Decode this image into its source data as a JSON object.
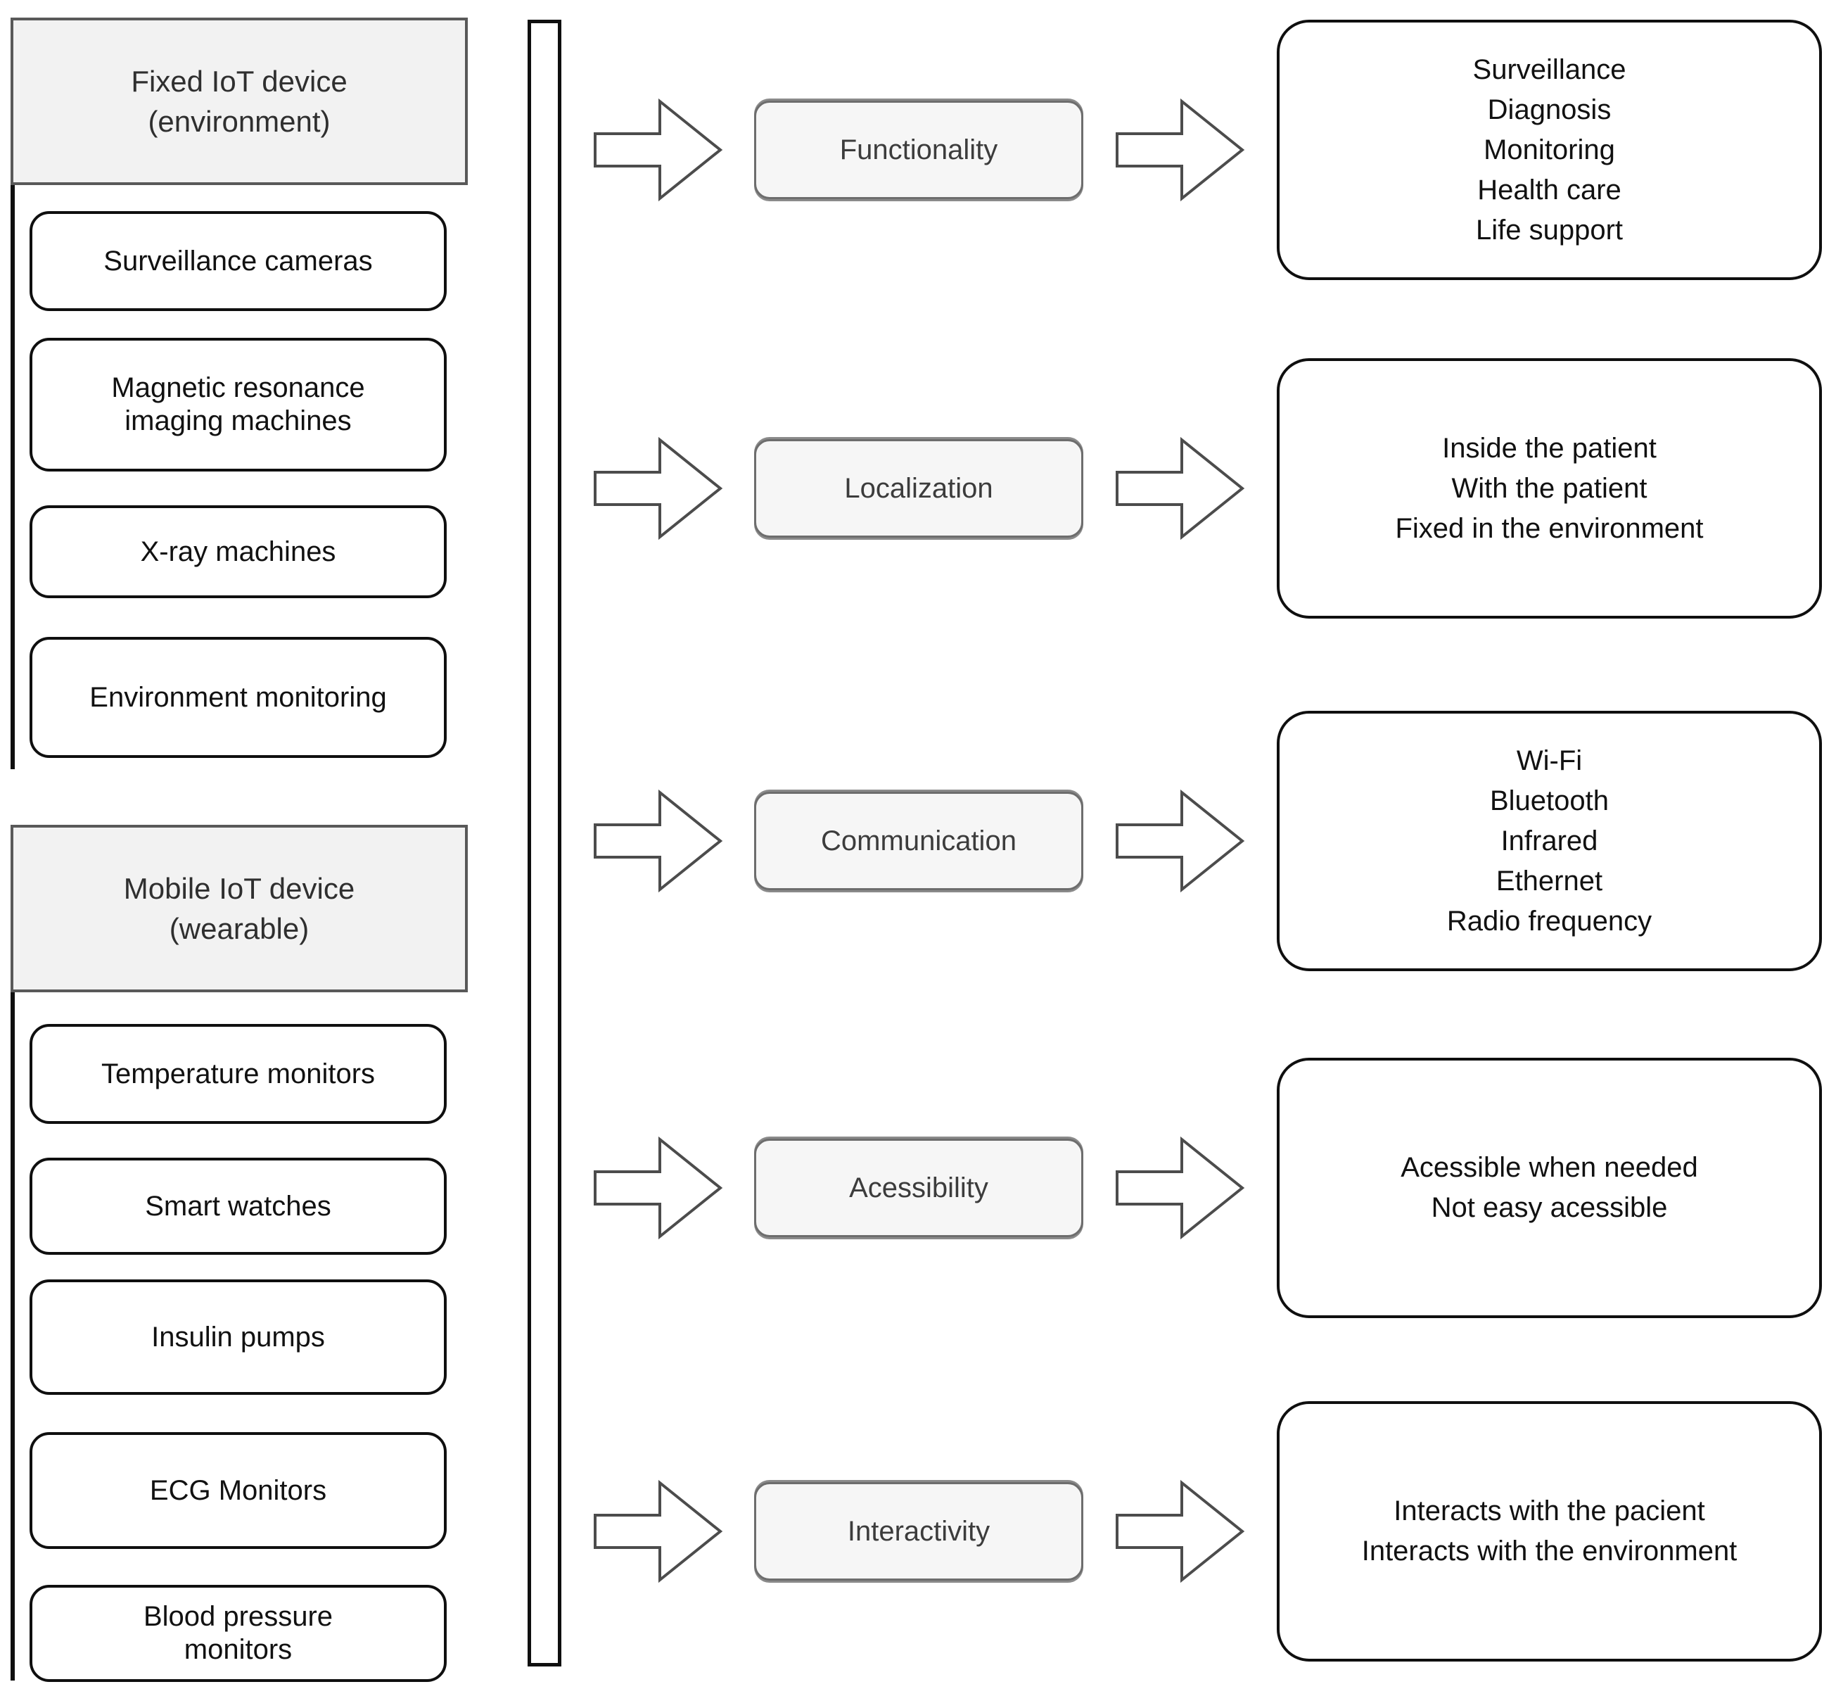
{
  "title": "IoT healthcare device classification diagram",
  "colors": {
    "background": "#ffffff",
    "box_border": "#0f0f0f",
    "header_fill": "#f2f2f2",
    "header_border": "#595959",
    "category_fill": "#f6f6f6",
    "category_border": "#6d6d6d",
    "arrow_stroke": "#4c4c4c",
    "text": "#111111"
  },
  "groups": [
    {
      "line1": "Fixed IoT device",
      "line2": "(environment)",
      "items": [
        "Surveillance cameras",
        "Magnetic resonance imaging machines",
        "X-ray machines",
        "Environment monitoring"
      ]
    },
    {
      "line1": "Mobile IoT device",
      "line2": "(wearable)",
      "items": [
        "Temperature monitors",
        "Smart watches",
        "Insulin pumps",
        "ECG Monitors",
        "Blood pressure monitors"
      ]
    }
  ],
  "rows": [
    {
      "category": "Functionality",
      "outcomes": [
        "Surveillance",
        "Diagnosis",
        "Monitoring",
        "Health care",
        "Life support"
      ]
    },
    {
      "category": "Localization",
      "outcomes": [
        "Inside the patient",
        "With the patient",
        "Fixed in the environment"
      ]
    },
    {
      "category": "Communication",
      "outcomes": [
        "Wi-Fi",
        "Bluetooth",
        "Infrared",
        "Ethernet",
        "Radio frequency"
      ]
    },
    {
      "category": "Acessibility",
      "outcomes": [
        "Acessible when needed",
        "Not easy acessible"
      ]
    },
    {
      "category": "Interactivity",
      "outcomes": [
        "Interacts with the pacient",
        "Interacts with the environment"
      ]
    }
  ]
}
